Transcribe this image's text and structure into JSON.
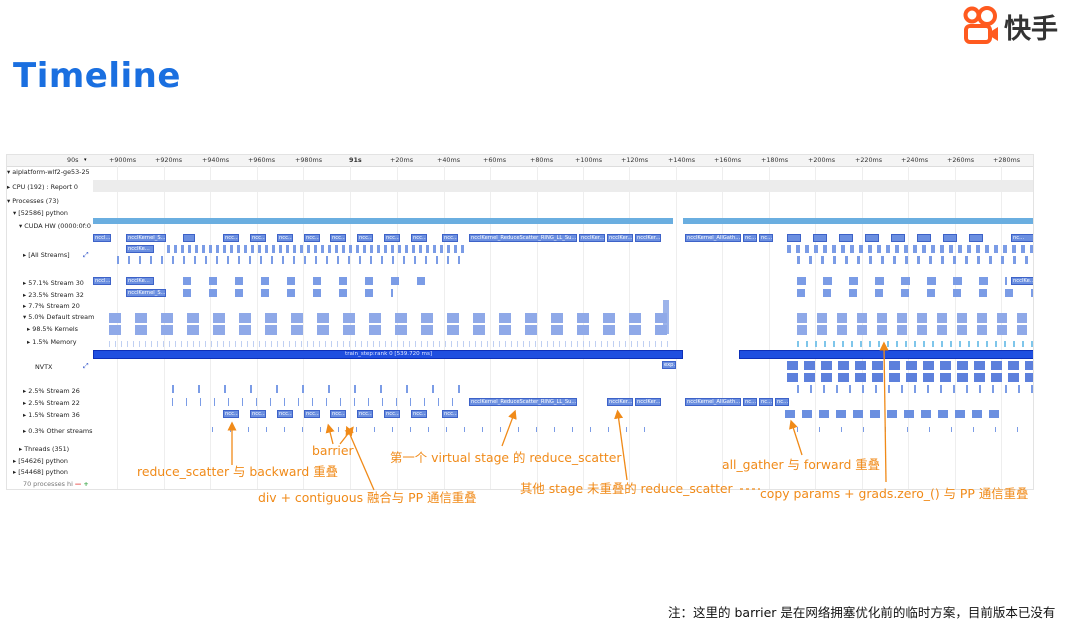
{
  "slide": {
    "title": "Timeline"
  },
  "logo": {
    "text": "快手"
  },
  "ruler": {
    "origin": "90s",
    "ticks": [
      "+900ms",
      "+920ms",
      "+940ms",
      "+960ms",
      "+980ms",
      "91s",
      "+20ms",
      "+40ms",
      "+60ms",
      "+80ms",
      "+100ms",
      "+120ms",
      "+140ms",
      "+160ms",
      "+180ms",
      "+200ms",
      "+220ms",
      "+240ms",
      "+260ms",
      "+280ms"
    ]
  },
  "rows": {
    "host": "aiplatform-wlf2-ge53-25",
    "cpu": "CPU (192) : Report 0",
    "processes": "Processes (73)",
    "proc_python": "[52586] python",
    "cuda_hw": "CUDA HW (0000:0f:0",
    "all_streams": "[All Streams]",
    "stream30": "57.1% Stream 30",
    "stream32": "23.5% Stream 32",
    "stream20": "7.7% Stream 20",
    "default_stream": "5.0% Default stream",
    "kernels": "98.5% Kernels",
    "memory": "1.5% Memory",
    "nvtx": "NVTX",
    "stream26": "2.5% Stream 26",
    "stream22": "2.5% Stream 22",
    "stream36": "1.5% Stream 36",
    "other_streams": "0.3% Other streams",
    "threads": "Threads (351)",
    "proc2": "[54626] python",
    "proc3": "[54468] python",
    "more": "70 processes hi"
  },
  "kernels": {
    "short": "nccl...",
    "s1": "ncclKernel_S...",
    "s2": "ncclKe...",
    "rs": "ncclKernel_ReduceScatter_RING_LL_Su...",
    "ncclker": "ncclKer...",
    "allgather": "ncclKernel_AllGath...",
    "nc": "nc...",
    "ncclke": "ncclKe...",
    "nccle": "ncclKe...",
    "ncclg": "ncc...",
    "exp": "exp...",
    "f": "f..."
  },
  "nvtx": {
    "train_step": "train_step:rank 0 [539.720 ms]"
  },
  "annotations": {
    "barrier": "barrier",
    "rs_backward": "reduce_scatter 与 backward 重叠",
    "first_stage": "第一个 virtual stage 的 reduce_scatter",
    "div_contig": "div + contiguous 融合与 PP 通信重叠",
    "other_stage": "其他 stage 未重叠的 reduce_scatter",
    "allgather_fwd": "all_gather 与 forward 重叠",
    "copy_params": "copy params + grads.zero_() 与 PP 通信重叠"
  },
  "footnote": "注：这里的 barrier 是在网络拥塞优化前的临时方案，目前版本已没有",
  "colors": {
    "title": "#1a6fe0",
    "annotation": "#f08a18",
    "kernel": "#6b8fe0",
    "nvtx": "#1f4fe0"
  }
}
